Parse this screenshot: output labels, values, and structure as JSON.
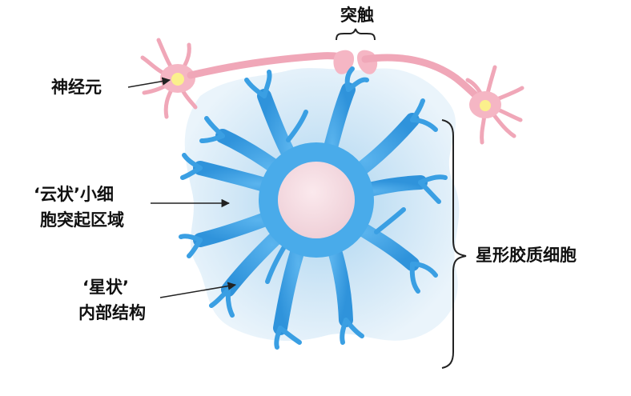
{
  "labels": {
    "synapse": "突触",
    "neuron": "神经元",
    "cloud_region_line1": "‘云状’小细",
    "cloud_region_line2": "胞突起区域",
    "star_structure_line1": "‘星状’",
    "star_structure_line2": "内部结构",
    "astrocyte": "星形胶质细胞"
  },
  "colors": {
    "neuron_body": "#f5b9c6",
    "neuron_stroke": "#e58fa4",
    "nucleus": "#fbf08c",
    "cloud_outer": "#e8f3fb",
    "cloud_inner": "#bfdff2",
    "astrocyte_fill": "#3aa0e4",
    "astrocyte_dark": "#2a86cc",
    "soma": "#f4dde3"
  }
}
